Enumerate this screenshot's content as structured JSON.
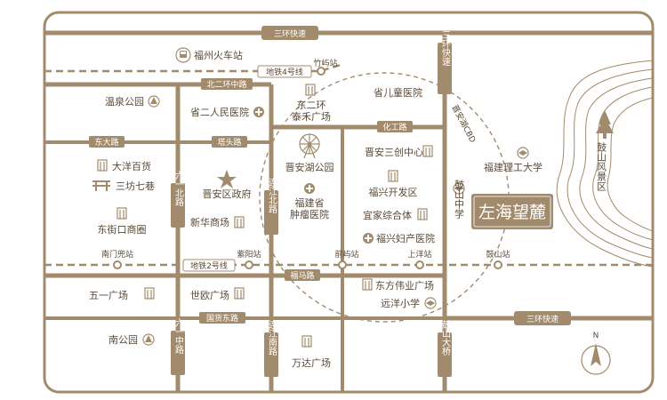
{
  "colors": {
    "road": "#a28b6c",
    "text": "#5a4a38",
    "label_bg": "#a28b6c",
    "label_text": "#ffffff",
    "card_bg": "#a28b6c",
    "card_text": "#ffffff"
  },
  "roads": {
    "third_ring_top": "三环快速",
    "third_ring_right": "三环快速",
    "third_ring_bottom": "三环快速",
    "north_second_ring": "北二环中路",
    "dongda": "东大路",
    "tatou": "塔头路",
    "liuyi_north": "六一北路",
    "liuyi_middle": "六一中路",
    "lianjiang_north": "连江北路",
    "lianjiang_south": "连江南路",
    "huagong": "化工路",
    "fuma": "福马路",
    "guohuo_east": "国货东路",
    "metro2": "地铁2号线",
    "metro4": "地铁4号线",
    "gushan_bridge": "鼓山大桥"
  },
  "stations": {
    "zhuyu": "竹屿站",
    "nanmendou": "南门兜站",
    "ziyang": "紫阳站",
    "qianyu": "前屿站",
    "shangyang": "上洋站",
    "gushan": "鼓山站"
  },
  "pois": {
    "fuzhou_station": "福州火车站",
    "wenquan_park": "温泉公园",
    "prov2_hospital": "省二人民医院",
    "dong2_taihe": [
      "东二环",
      "泰禾广场"
    ],
    "prov_children": "省儿童医院",
    "dayang": "大洋百货",
    "sanfang": "三坊七巷",
    "jinan_gov": "晋安区政府",
    "dongjiekou": "东街口商圈",
    "xinhua": "新华商场",
    "jinanhu_park": "晋安湖公园",
    "tumor_hospital": [
      "福建省",
      "肿瘤医院"
    ],
    "sanchuang": "晋安三创中心",
    "fuxing_dev": "福兴开发区",
    "yijia": "宜家综合体",
    "fuxing_maternity": "福兴妇产医院",
    "fj_tech_univ": "福建理工大学",
    "gushan_middle": "鼓山中学",
    "wuyi_plaza": "五一广场",
    "shiou": "世欧广场",
    "dongfang_weiye": "东方伟业广场",
    "yuanyang_school": "远洋小学",
    "nan_park": "南公园",
    "wanda": "万达广场",
    "gushan_scenic": "鼓山风景区",
    "jinan_cbd": "晋安湖CBD"
  },
  "project": "左海望麓",
  "compass": "N"
}
